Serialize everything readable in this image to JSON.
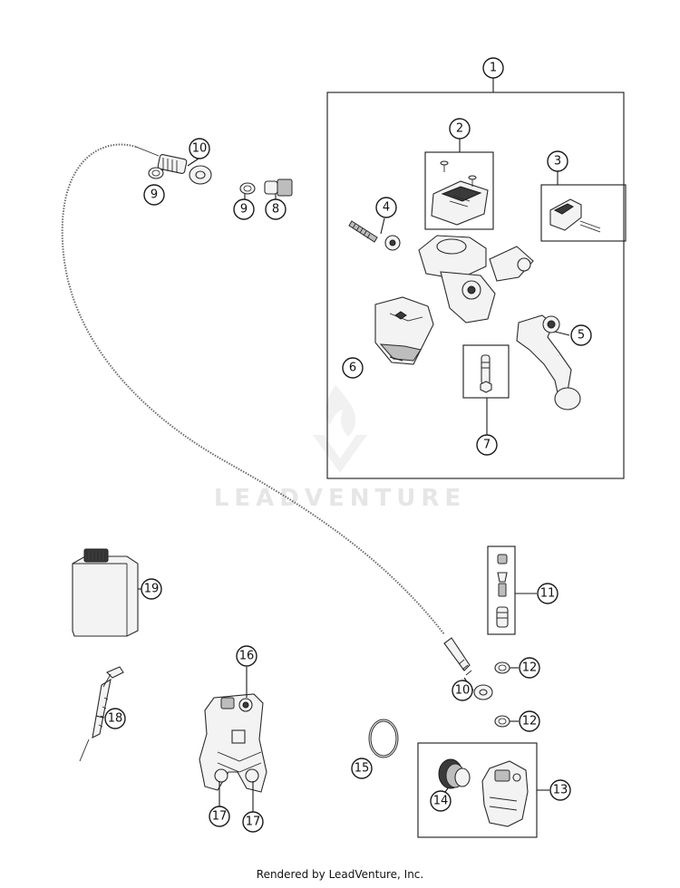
{
  "diagram": {
    "watermark": "LEADVENTURE",
    "callouts": [
      "1",
      "2",
      "3",
      "4",
      "5",
      "6",
      "7",
      "8",
      "9",
      "9",
      "10",
      "10",
      "11",
      "12",
      "12",
      "13",
      "14",
      "15",
      "16",
      "17",
      "17",
      "18",
      "19"
    ]
  },
  "footer": {
    "credit": "Rendered by LeadVenture, Inc."
  }
}
